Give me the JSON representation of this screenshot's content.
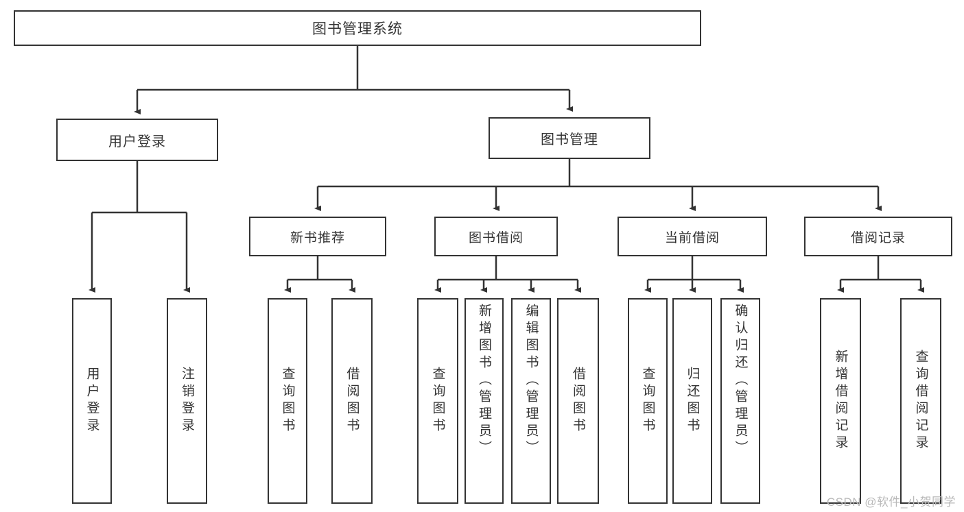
{
  "diagram": {
    "title": "图书管理系统",
    "type": "hierarchy-tree",
    "root": {
      "label": "图书管理系统"
    },
    "level1": [
      {
        "label": "用户登录"
      },
      {
        "label": "图书管理"
      }
    ],
    "level2": [
      {
        "label": "新书推荐",
        "parent": "图书管理"
      },
      {
        "label": "图书借阅",
        "parent": "图书管理"
      },
      {
        "label": "当前借阅",
        "parent": "图书管理"
      },
      {
        "label": "借阅记录",
        "parent": "图书管理"
      }
    ],
    "leaves": {
      "user_login": [
        {
          "label": "用户登录"
        },
        {
          "label": "注销登录"
        }
      ],
      "new_book_recommend": [
        {
          "label": "查询图书"
        },
        {
          "label": "借阅图书"
        }
      ],
      "book_borrow": [
        {
          "label": "查询图书"
        },
        {
          "label": "新增图书（管理员）"
        },
        {
          "label": "编辑图书（管理员）"
        },
        {
          "label": "借阅图书"
        }
      ],
      "current_borrow": [
        {
          "label": "查询图书"
        },
        {
          "label": "归还图书"
        },
        {
          "label": "确认归还（管理员）"
        }
      ],
      "borrow_record": [
        {
          "label": "新增借阅记录"
        },
        {
          "label": "查询借阅记录"
        }
      ]
    }
  },
  "watermark": {
    "text": "CSDN @软件_小贺同学"
  },
  "colors": {
    "stroke": "#333333",
    "background": "#ffffff",
    "text": "#333333",
    "watermark": "#b9b9b9"
  }
}
